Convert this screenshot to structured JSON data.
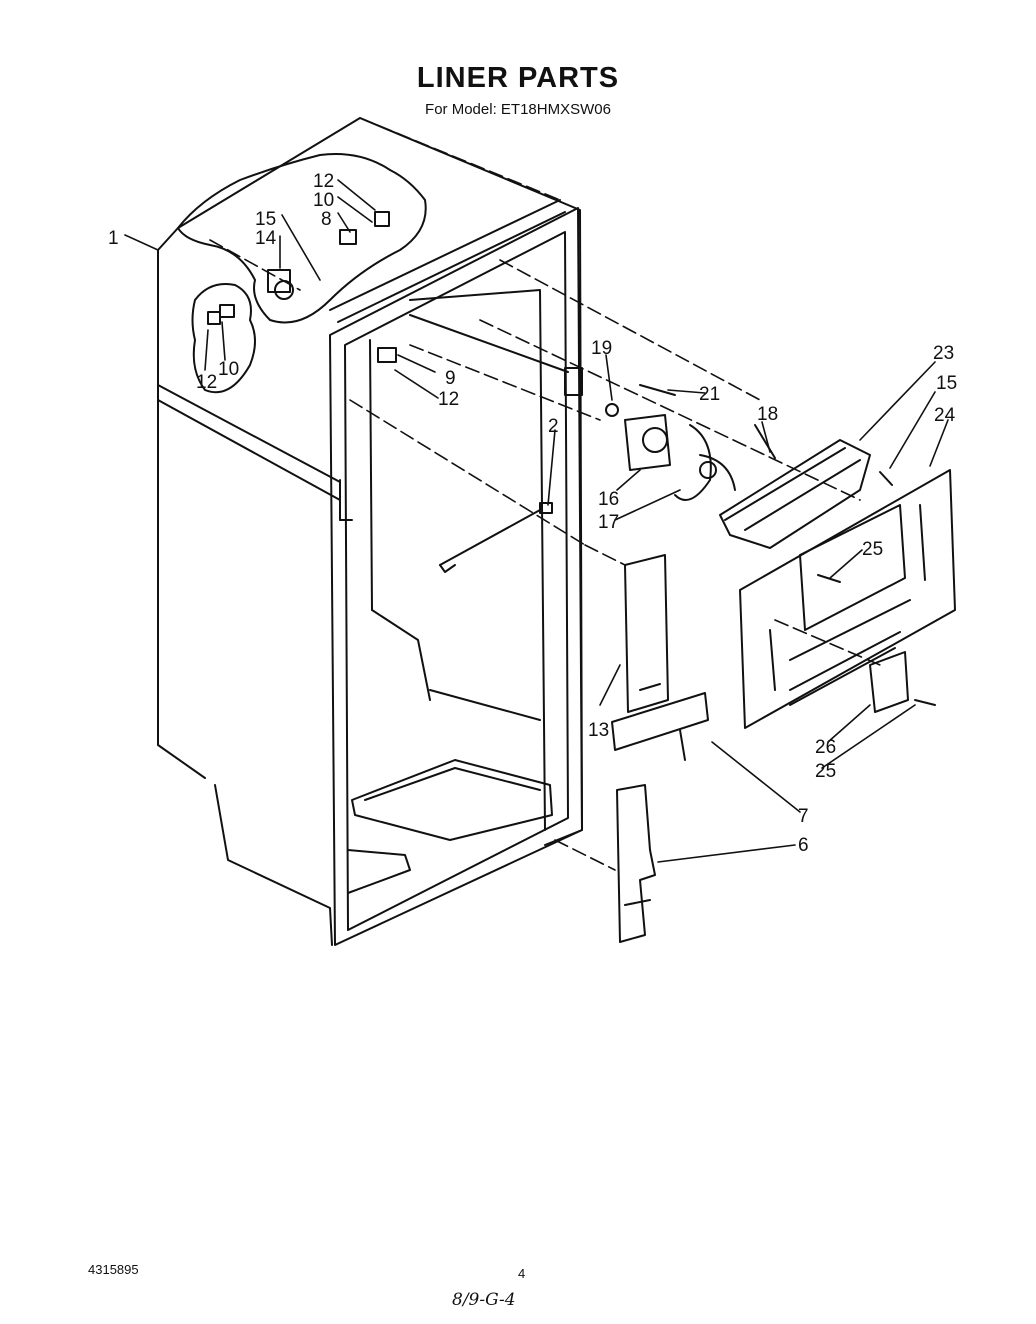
{
  "header": {
    "title": "LINER PARTS",
    "subtitle": "For Model: ET18HMXSW06"
  },
  "callouts": [
    "1",
    "12",
    "10",
    "8",
    "15",
    "14",
    "12",
    "10",
    "9",
    "12",
    "2",
    "19",
    "21",
    "18",
    "16",
    "17",
    "23",
    "15",
    "24",
    "25",
    "13",
    "26",
    "25",
    "7",
    "6"
  ],
  "footer": {
    "doc_number": "4315895",
    "page_number": "4",
    "handwritten_note": "8/9-G-4"
  }
}
